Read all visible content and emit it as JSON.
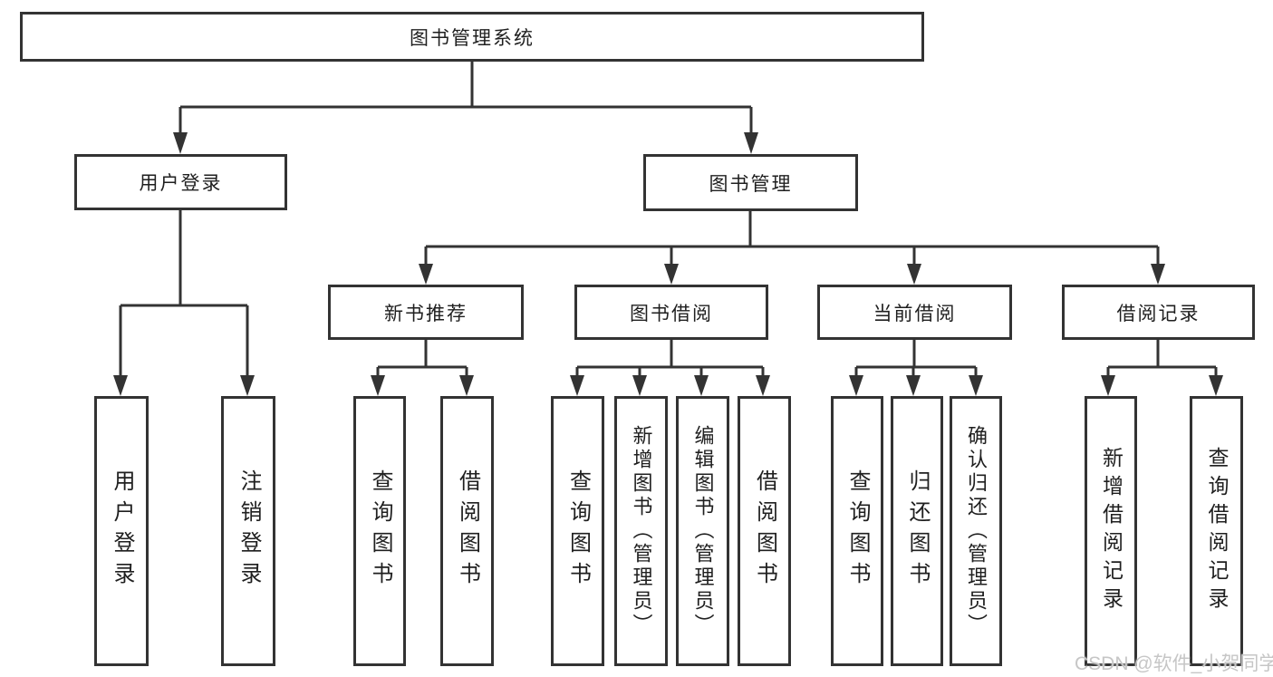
{
  "diagram": {
    "title": "图书管理系统",
    "branches": {
      "user_login": {
        "label": "用户登录",
        "children": [
          "用户登录",
          "注销登录"
        ]
      },
      "book_mgmt": {
        "label": "图书管理",
        "sections": {
          "new_book": {
            "label": "新书推荐",
            "children": [
              "查询图书",
              "借阅图书"
            ]
          },
          "borrow": {
            "label": "图书借阅",
            "children": [
              "查询图书",
              "新增图书（管理员）",
              "编辑图书（管理员）",
              "借阅图书"
            ]
          },
          "current": {
            "label": "当前借阅",
            "children": [
              "查询图书",
              "归还图书",
              "确认归还（管理员）"
            ]
          },
          "records": {
            "label": "借阅记录",
            "children": [
              "新增借阅记录",
              "查询借阅记录"
            ]
          }
        }
      }
    }
  },
  "watermark": {
    "text": "CSDN @软件_小贺同学"
  },
  "colors": {
    "line": "#333333",
    "text": "#1f1f1f",
    "background": "#ffffff",
    "watermark": "#c6c6c6"
  }
}
